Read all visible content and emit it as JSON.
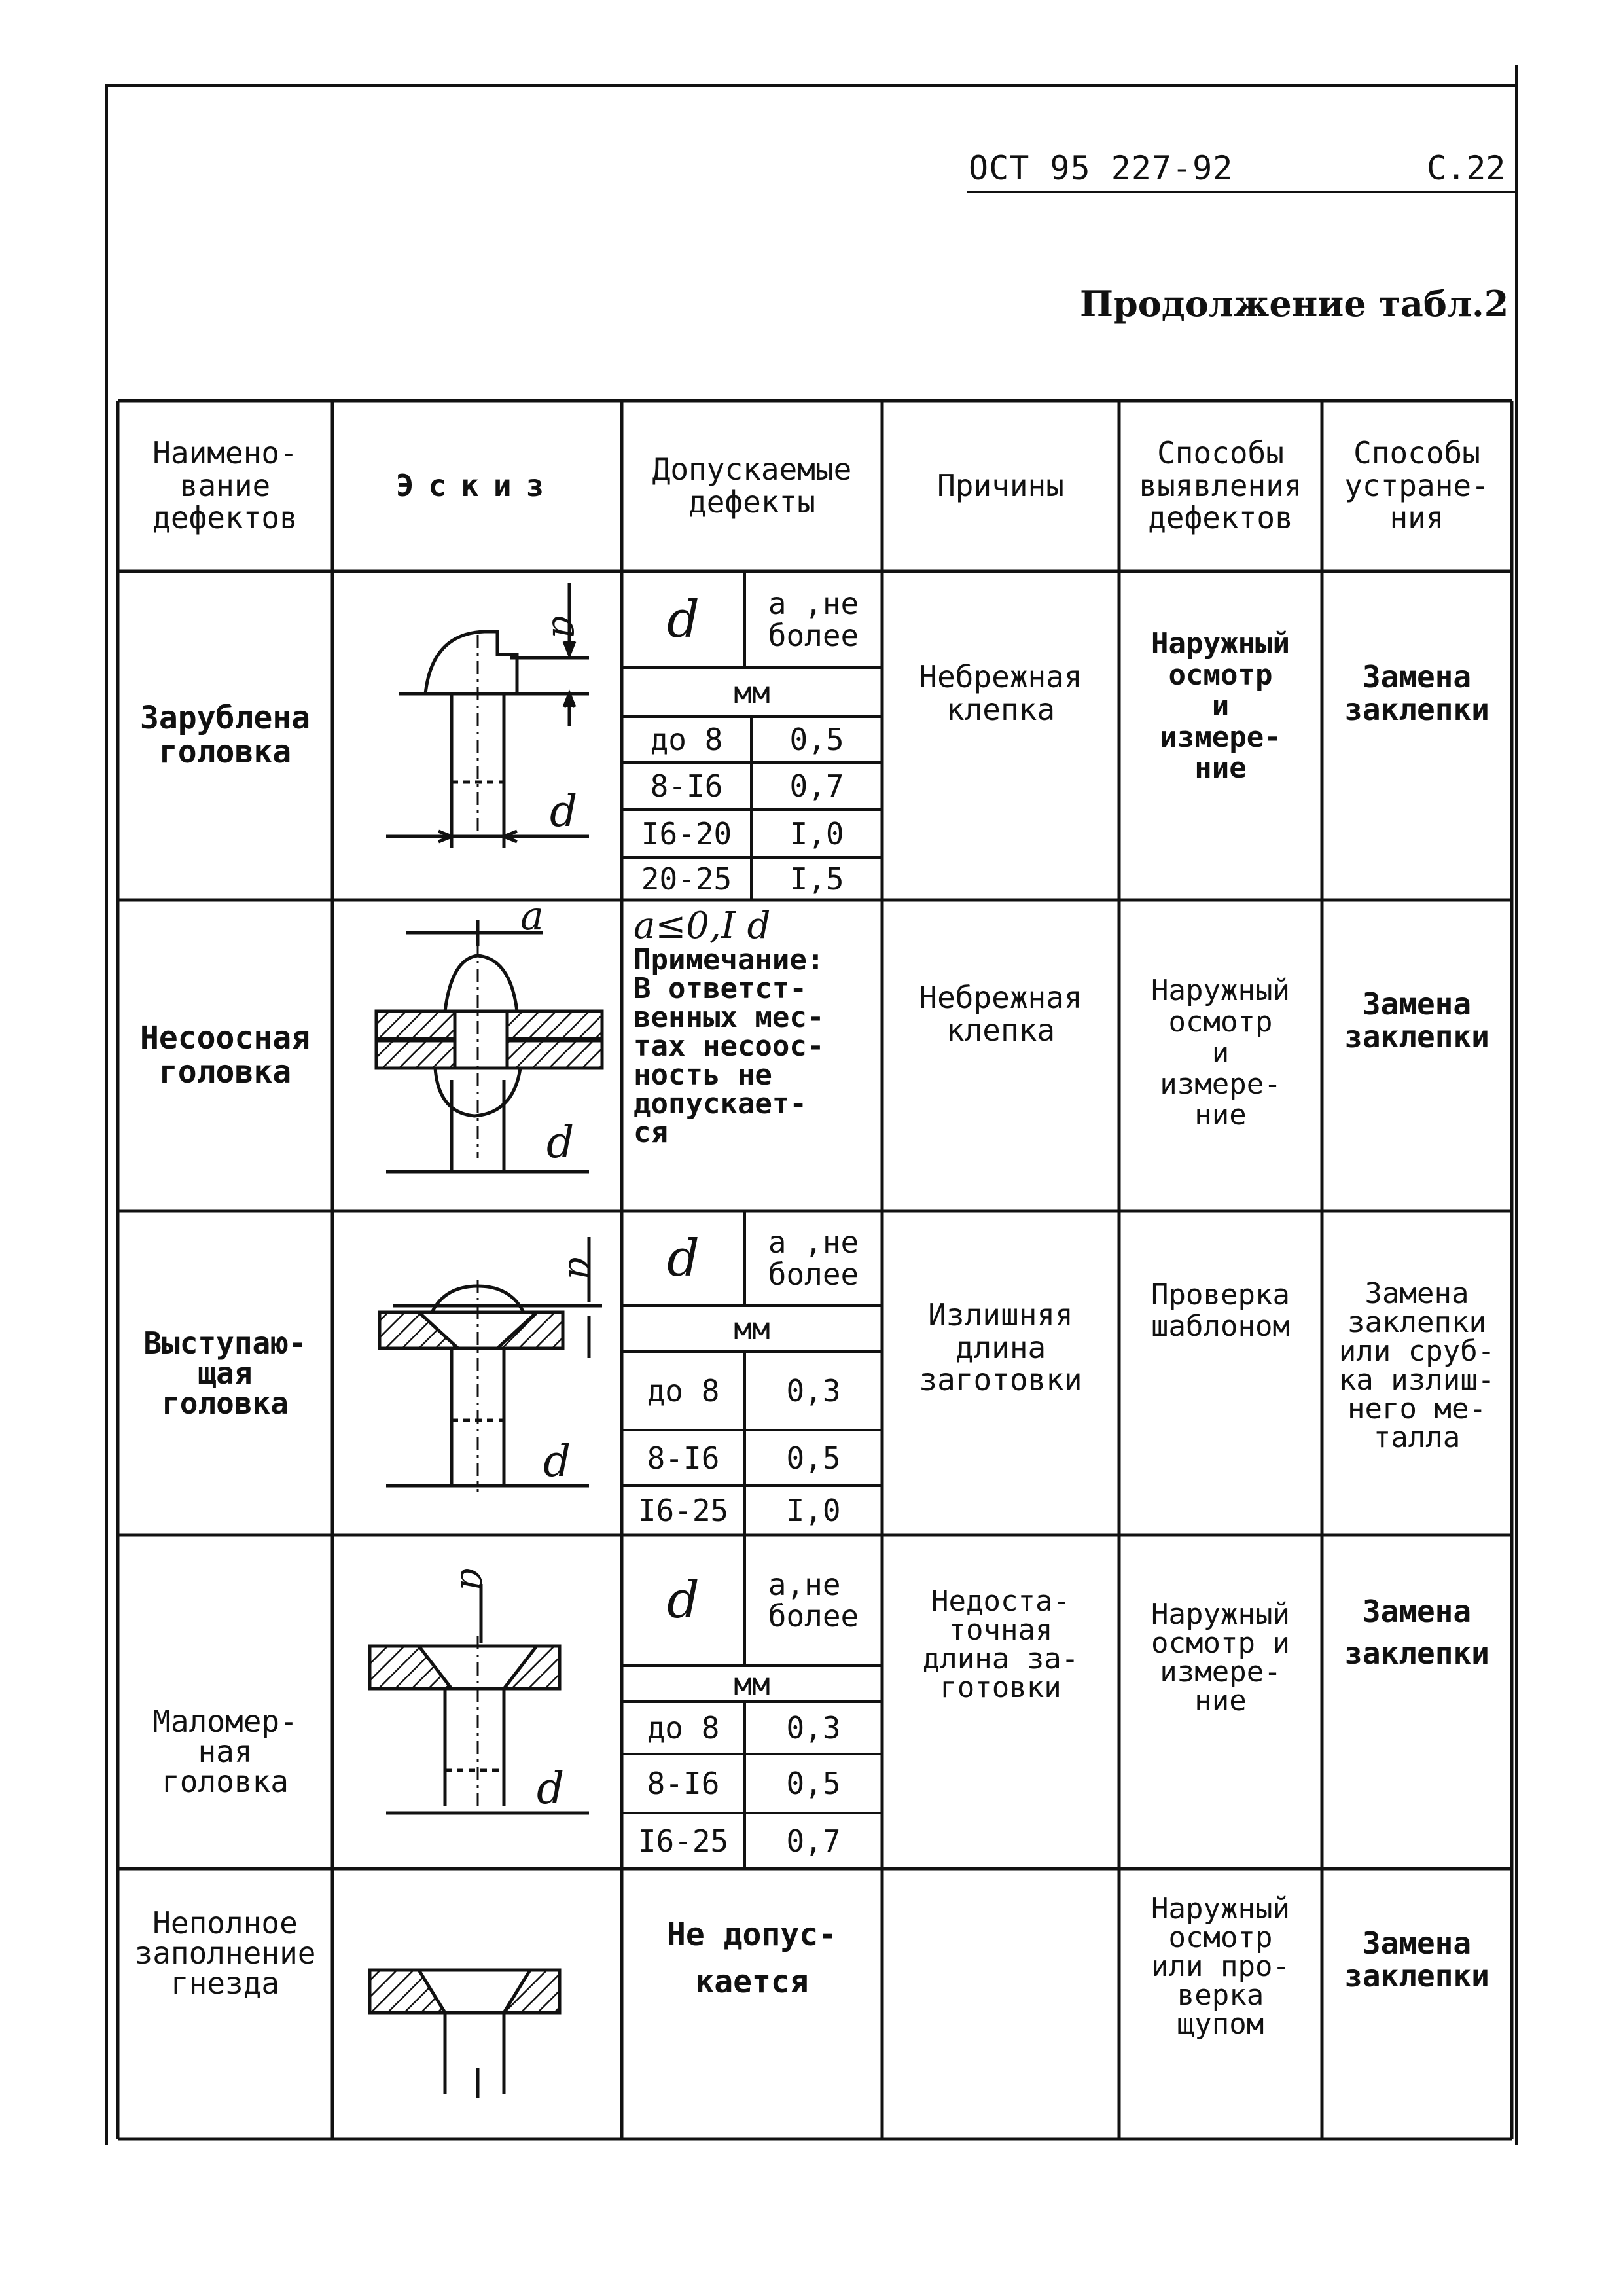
{
  "header": {
    "doc_number": "ОСТ 95 227-92",
    "page": "С.22",
    "continuation": "Продолжение табл.2"
  },
  "table": {
    "columns": [
      "Наимено-\nвание\nдефектов",
      "Эскиз",
      "Допускаемые\nдефекты",
      "Причины",
      "Способы\nвыявления\nдефектов",
      "Способы\nустране-\nния"
    ],
    "rows": [
      {
        "name": "Зарублена\nголовка",
        "allow": {
          "d_label": "d",
          "a_label": "a ,не\nболее",
          "unit": "мм",
          "items": [
            {
              "d": "до 8",
              "a": "0,5"
            },
            {
              "d": "8-I6",
              "a": "0,7"
            },
            {
              "d": "I6-20",
              "a": "I,0"
            },
            {
              "d": "20-25",
              "a": "I,5"
            }
          ]
        },
        "cause": "Небрежная\nклепка",
        "detect": "Наружный\nосмотр\nи\nизмере-\nние",
        "fix": "Замена\nзаклепки"
      },
      {
        "name": "Несоосная\nголовка",
        "allow_text": {
          "formula": "a≤0,I d",
          "note": "Примечание:\nВ ответст-\nвенных мес-\nтах несоос-\nность не\nдопускает-\nся"
        },
        "cause": "Небрежная\nклепка",
        "detect": "Наружный\nосмотр\nи\nизмере-\nние",
        "fix": "Замена\nзаклепки"
      },
      {
        "name": "Выступаю-\nщая\nголовка",
        "allow": {
          "d_label": "d",
          "a_label": "a ,не\nболее",
          "unit": "мм",
          "items": [
            {
              "d": "до 8",
              "a": "0,3"
            },
            {
              "d": "8-I6",
              "a": "0,5"
            },
            {
              "d": "I6-25",
              "a": "I,0"
            }
          ]
        },
        "cause": "Излишняя\nдлина\nзаготовки",
        "detect": "Проверка\nшаблоном",
        "fix": "Замена\nзаклепки\nили сруб-\nка излиш-\nнего ме-\nталла"
      },
      {
        "name": "Маломер-\nная\nголовка",
        "allow": {
          "d_label": "d",
          "a_label": "a,не\nболее",
          "unit": "мм",
          "items": [
            {
              "d": "до 8",
              "a": "0,3"
            },
            {
              "d": "8-I6",
              "a": "0,5"
            },
            {
              "d": "I6-25",
              "a": "0,7"
            }
          ]
        },
        "cause": "Недоста-\nточная\nдлина за-\nготовки",
        "detect": "Наружный\nосмотр и\nизмере-\nние",
        "fix": "Замена\nзаклепки"
      },
      {
        "name": "Неполное\nзаполнение\nгнезда",
        "allow_simple": "Не допус-\nкается",
        "cause": "",
        "detect": "Наружный\nосмотр\nили про-\nверка\nщупом",
        "fix": "Замена\nзаклепки"
      }
    ]
  },
  "sketch_labels": {
    "a": "a",
    "d": "d"
  }
}
